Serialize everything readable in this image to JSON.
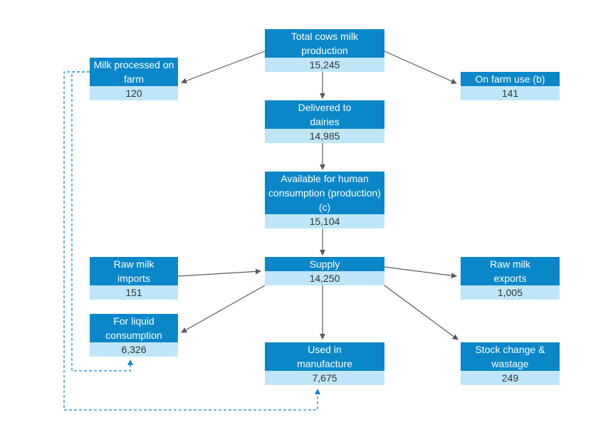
{
  "nodes": {
    "total": {
      "label": "Total cows milk production",
      "value": "15,245"
    },
    "processed": {
      "label": "Milk processed on farm",
      "value": "120"
    },
    "onfarm": {
      "label": "On farm use (b)",
      "value": "141"
    },
    "delivered": {
      "label": "Delivered to dairies",
      "value": "14,985"
    },
    "available": {
      "label": "Available for human consumption (production) (c)",
      "value": "15,104"
    },
    "imports": {
      "label": "Raw milk imports",
      "value": "151"
    },
    "supply": {
      "label": "Supply",
      "value": "14,250"
    },
    "exports": {
      "label": "Raw milk exports",
      "value": "1,005"
    },
    "liquid": {
      "label": "For liquid consumption",
      "value": "6,326"
    },
    "manufacture": {
      "label": "Used in manufacture",
      "value": "7,675"
    },
    "stock": {
      "label": "Stock change & wastage",
      "value": "249"
    }
  },
  "colors": {
    "header": "#0a87c8",
    "value_bg": "#bfe6f8",
    "arrow": "#595959",
    "dashed": "#0a87c8"
  }
}
